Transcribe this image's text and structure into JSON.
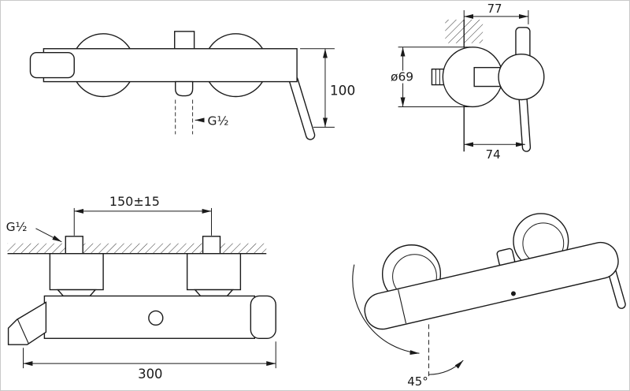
{
  "colors": {
    "background": "#ffffff",
    "line": "#1a1a1a",
    "border": "#c9c9c9"
  },
  "views": {
    "front": {
      "dims": {
        "height": "100",
        "outlet_thread": "G½"
      }
    },
    "side": {
      "dims": {
        "projection_top": "77",
        "diameter": "ø69",
        "projection_bottom": "74"
      }
    },
    "plan": {
      "dims": {
        "inlet_spacing": "150±15",
        "inlet_thread": "G½",
        "length": "300"
      }
    },
    "perspective": {
      "dims": {
        "swivel_angle": "45°"
      }
    }
  }
}
